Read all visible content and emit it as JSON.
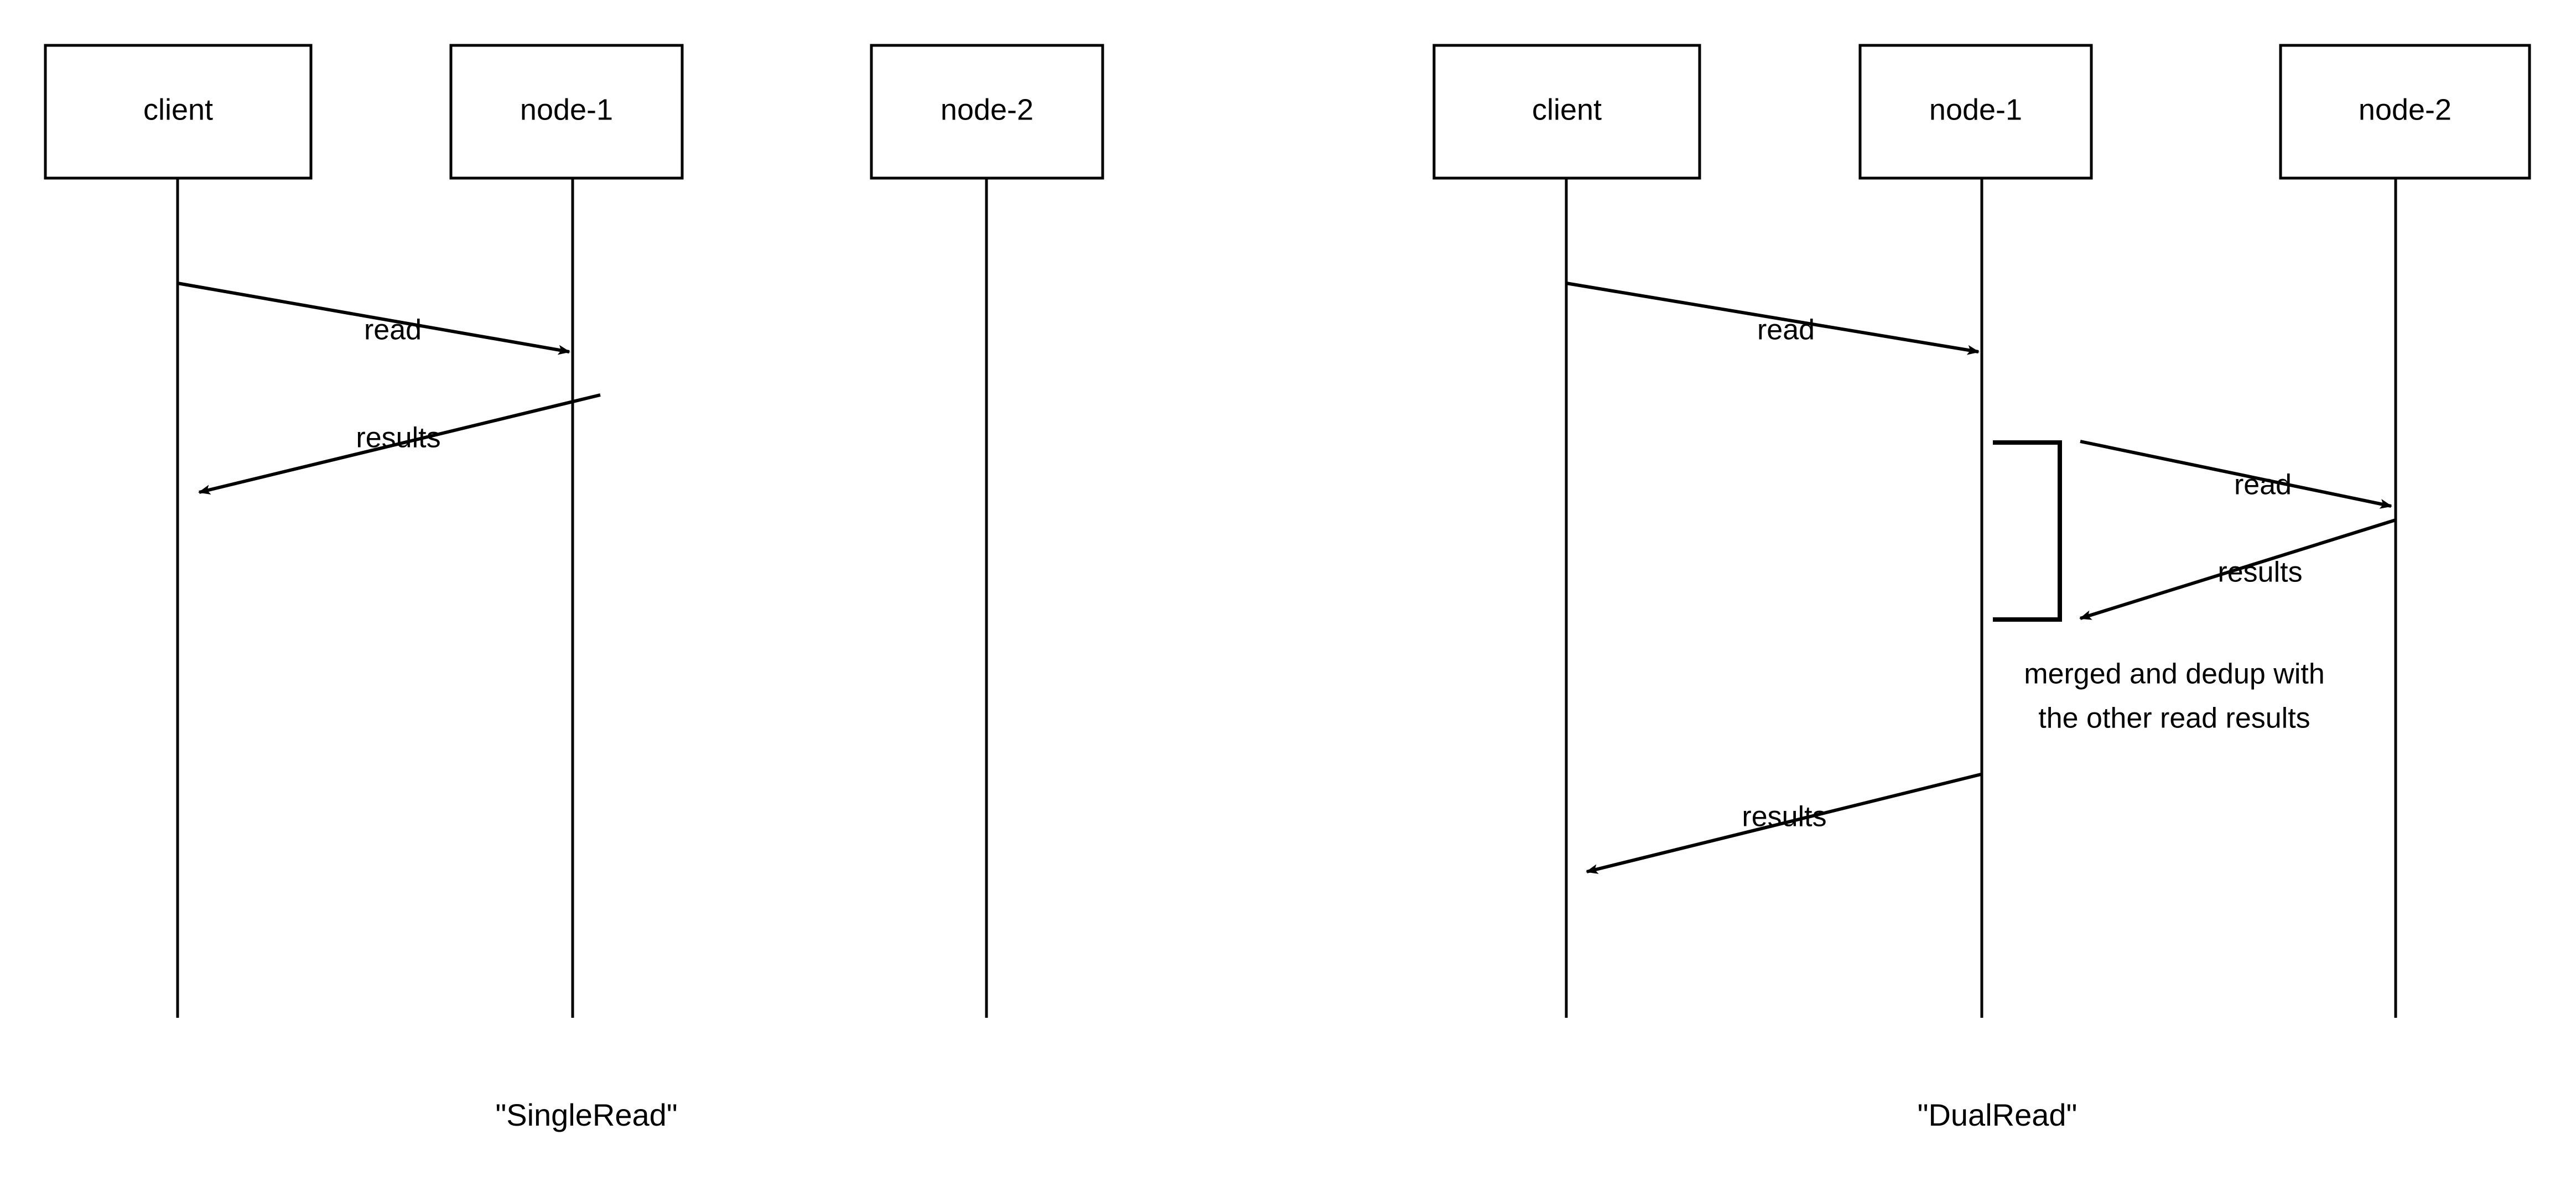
{
  "page": {
    "title": "Read path sequence diagrams",
    "background_color": "#ffffff",
    "stroke_color": "#000000"
  },
  "diagrams": [
    {
      "id": "single-read",
      "caption": "\"SingleRead\"",
      "participants": [
        {
          "id": "client",
          "label": "client"
        },
        {
          "id": "node-1",
          "label": "node-1"
        },
        {
          "id": "node-2",
          "label": "node-2"
        }
      ],
      "messages": [
        {
          "label": "read",
          "from": "client",
          "to": "node-1",
          "direction": "right"
        },
        {
          "label": "results",
          "from": "node-1",
          "to": "client",
          "direction": "left"
        }
      ],
      "notes": [],
      "activations": []
    },
    {
      "id": "dual-read",
      "caption": "\"DualRead\"",
      "participants": [
        {
          "id": "client",
          "label": "client"
        },
        {
          "id": "node-1",
          "label": "node-1"
        },
        {
          "id": "node-2",
          "label": "node-2"
        }
      ],
      "messages": [
        {
          "label": "read",
          "from": "client",
          "to": "node-1",
          "direction": "right"
        },
        {
          "label": "read",
          "from": "node-1",
          "to": "node-2",
          "direction": "right"
        },
        {
          "label": "results",
          "from": "node-2",
          "to": "node-1",
          "direction": "left"
        },
        {
          "label": "results",
          "from": "node-1",
          "to": "client",
          "direction": "left"
        }
      ],
      "notes": [
        {
          "on": "node-1",
          "line1": "merged and dedup with",
          "line2": "the other read results"
        }
      ],
      "activations": [
        {
          "on": "node-1"
        }
      ]
    }
  ],
  "labels": {
    "single_read_caption": "\"SingleRead\"",
    "dual_read_caption": "\"DualRead\"",
    "left_client": "client",
    "left_node1": "node-1",
    "left_node2": "node-2",
    "right_client": "client",
    "right_node1": "node-1",
    "right_node2": "node-2",
    "left_msg_read": "read",
    "left_msg_results": "results",
    "right_msg_read_1": "read",
    "right_msg_read_2": "read",
    "right_msg_results_1": "results",
    "right_msg_results_2": "results",
    "right_note_line1": "merged and dedup with",
    "right_note_line2": "the other read results"
  }
}
